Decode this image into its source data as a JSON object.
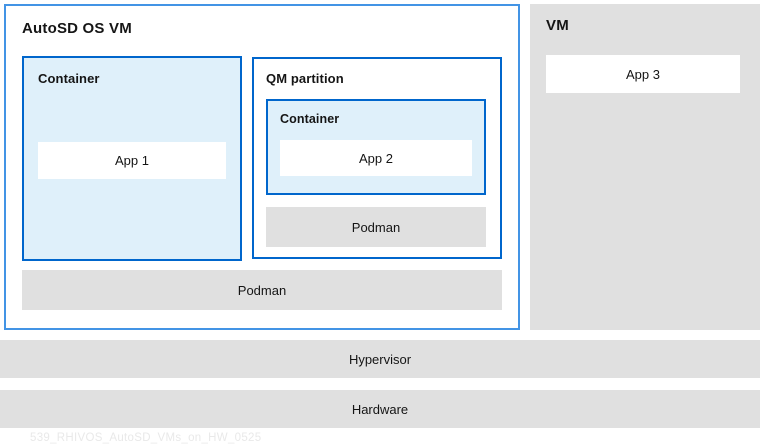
{
  "colors": {
    "brand_blue": "#0066cc",
    "outer_border_blue": "#4394e5",
    "light_blue_fill": "#dff0fa",
    "gray_fill": "#e0e0e0",
    "text": "#151515",
    "caption_gray": "#e9e9e9"
  },
  "autosd_vm": {
    "title": "AutoSD OS VM",
    "container": {
      "title": "Container",
      "app_label": "App 1"
    },
    "qm_partition": {
      "title": "QM partition",
      "container": {
        "title": "Container",
        "app_label": "App 2"
      },
      "podman_label": "Podman"
    },
    "podman_label": "Podman"
  },
  "vm": {
    "title": "VM",
    "app_label": "App 3"
  },
  "hypervisor_label": "Hypervisor",
  "hardware_label": "Hardware",
  "caption": "539_RHIVOS_AutoSD_VMs_on_HW_0525"
}
